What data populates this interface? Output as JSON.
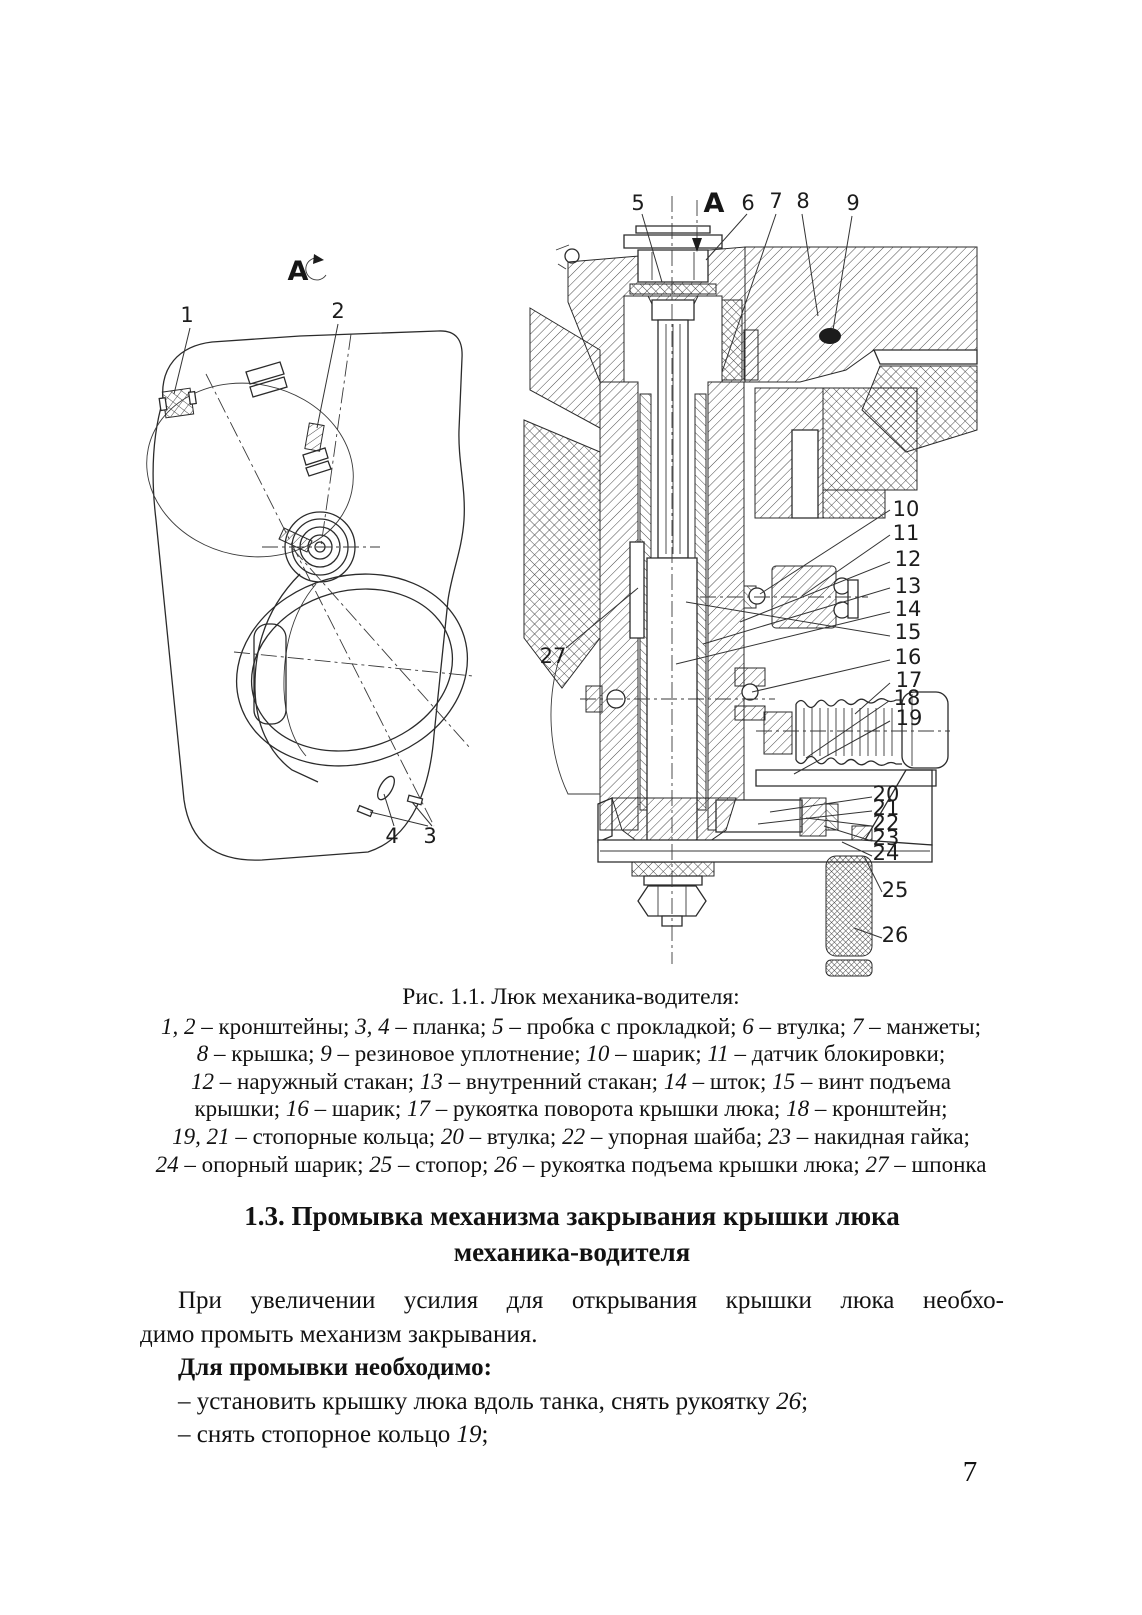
{
  "page_number": "7",
  "figure": {
    "view_a_label": "A",
    "section_label": "A",
    "callouts": {
      "c1": "1",
      "c2": "2",
      "c3": "3",
      "c4": "4",
      "c5": "5",
      "c6": "6",
      "c7": "7",
      "c8": "8",
      "c9": "9",
      "c10": "10",
      "c11": "11",
      "c12": "12",
      "c13": "13",
      "c14": "14",
      "c15": "15",
      "c16": "16",
      "c17": "17",
      "c18": "18",
      "c19": "19",
      "c20": "20",
      "c21": "21",
      "c22": "22",
      "c23": "23",
      "c24": "24",
      "c25": "25",
      "c26": "26",
      "c27": "27"
    }
  },
  "caption": {
    "title": "Рис. 1.1. Люк механика-водителя:",
    "lines": [
      [
        {
          "t": "1, 2",
          "i": true
        },
        {
          "t": " – кронштейны; "
        },
        {
          "t": "3, 4",
          "i": true
        },
        {
          "t": " – планка; "
        },
        {
          "t": "5",
          "i": true
        },
        {
          "t": " – пробка с прокладкой; "
        },
        {
          "t": "6",
          "i": true
        },
        {
          "t": " – втулка; "
        },
        {
          "t": "7",
          "i": true
        },
        {
          "t": " – манжеты;"
        }
      ],
      [
        {
          "t": "8",
          "i": true
        },
        {
          "t": " – крышка; "
        },
        {
          "t": "9",
          "i": true
        },
        {
          "t": " – резиновое уплотнение; "
        },
        {
          "t": "10",
          "i": true
        },
        {
          "t": " – шарик; "
        },
        {
          "t": "11",
          "i": true
        },
        {
          "t": " – датчик блокировки;"
        }
      ],
      [
        {
          "t": "12",
          "i": true
        },
        {
          "t": " – наружный стакан; "
        },
        {
          "t": "13",
          "i": true
        },
        {
          "t": " – внутренний стакан; "
        },
        {
          "t": "14",
          "i": true
        },
        {
          "t": " – шток; "
        },
        {
          "t": "15",
          "i": true
        },
        {
          "t": " – винт подъема"
        }
      ],
      [
        {
          "t": "крышки; "
        },
        {
          "t": "16",
          "i": true
        },
        {
          "t": " – шарик; "
        },
        {
          "t": "17",
          "i": true
        },
        {
          "t": " – рукоятка поворота крышки люка; "
        },
        {
          "t": "18",
          "i": true
        },
        {
          "t": " – кронштейн;"
        }
      ],
      [
        {
          "t": "19, 21",
          "i": true
        },
        {
          "t": " – стопорные кольца; "
        },
        {
          "t": "20",
          "i": true
        },
        {
          "t": " – втулка; "
        },
        {
          "t": "22",
          "i": true
        },
        {
          "t": " – упорная шайба; "
        },
        {
          "t": "23",
          "i": true
        },
        {
          "t": " – накидная гайка;"
        }
      ],
      [
        {
          "t": "24",
          "i": true
        },
        {
          "t": " – опорный шарик; "
        },
        {
          "t": "25",
          "i": true
        },
        {
          "t": " – стопор; "
        },
        {
          "t": "26",
          "i": true
        },
        {
          "t": " – рукоятка подъема крышки люка; "
        },
        {
          "t": "27",
          "i": true
        },
        {
          "t": " – шпонка"
        }
      ]
    ]
  },
  "section_heading": {
    "line1": "1.3. Промывка механизма закрывания крышки люка",
    "line2": "механика-водителя"
  },
  "body": {
    "p1_line1": "При увеличении усилия для открывания крышки люка необхо-",
    "p1_line2": "димо промыть механизм закрывания.",
    "lead": "Для промывки необходимо:",
    "bullets": [
      [
        {
          "t": "– установить крышку люка вдоль танка, снять рукоятку "
        },
        {
          "t": "26",
          "i": true
        },
        {
          "t": ";"
        }
      ],
      [
        {
          "t": "– снять стопорное кольцо "
        },
        {
          "t": "19",
          "i": true
        },
        {
          "t": ";"
        }
      ]
    ]
  }
}
